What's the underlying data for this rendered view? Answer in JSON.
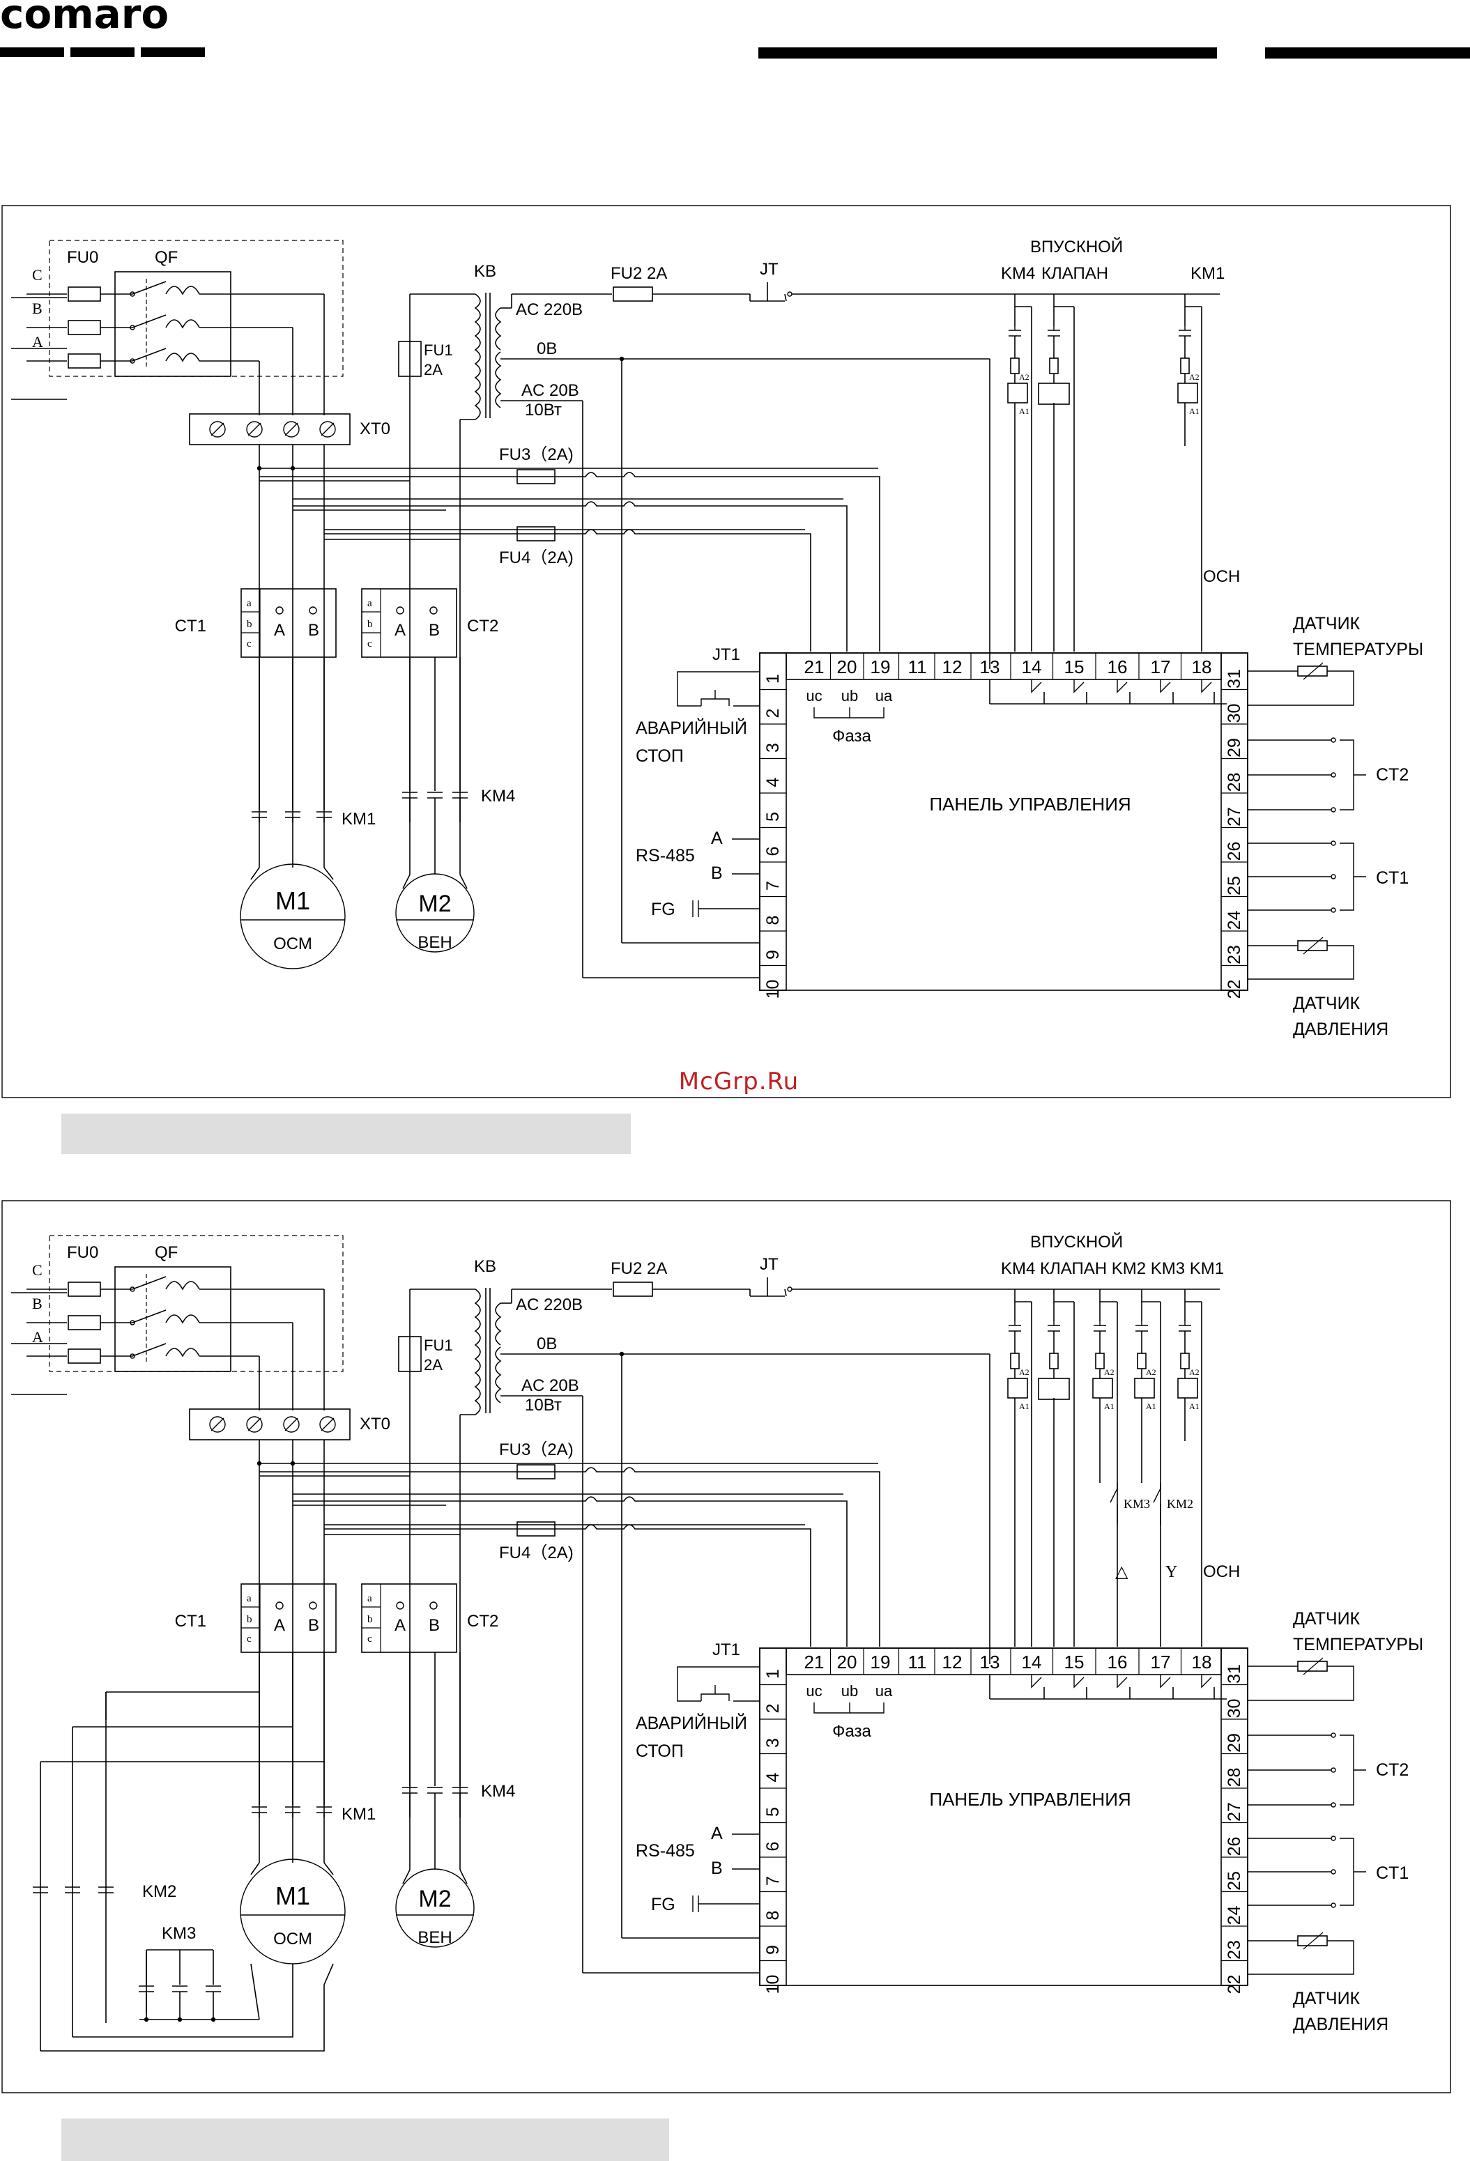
{
  "brand": "comaro",
  "watermark": "McGrp.Ru",
  "diagram_top": {
    "lbl_fu0": "FU0",
    "lbl_qf": "QF",
    "phase_c": "C",
    "phase_b": "B",
    "phase_a": "A",
    "lbl_xt0": "XT0",
    "lbl_kb": "KB",
    "lbl_ac220": "AC 220B",
    "lbl_0v": "0B",
    "lbl_ac20": "AC 20B",
    "lbl_10w": "10Вт",
    "lbl_fu1": "FU1",
    "lbl_fu1_2a": "2A",
    "lbl_fu2": "FU2 2A",
    "lbl_jt": "JT",
    "lbl_fu3": "FU3（2A)",
    "lbl_fu4": "FU4（2A)",
    "lbl_vpusk": "ВПУСКНОЙ",
    "lbl_km4_top": "KM4",
    "lbl_klapan": "КЛАПАН",
    "lbl_km1_top": "KM1",
    "lbl_a2": "A2",
    "lbl_a1": "A1",
    "lbl_osn": "ОСН",
    "lbl_ct1": "CT1",
    "lbl_ct2": "CT2",
    "ct_a": "a",
    "ct_b": "b",
    "ct_c": "c",
    "ct_A": "A",
    "ct_B": "B",
    "lbl_km1": "KM1",
    "lbl_km4": "KM4",
    "m1": "M1",
    "m1_sub": "ОСМ",
    "m2": "M2",
    "m2_sub": "ВЕН",
    "lbl_jt1": "JT1",
    "lbl_avar1": "АВАРИЙНЫЙ",
    "lbl_avar2": "СТОП",
    "lbl_rs485": "RS-485",
    "lbl_rs_a": "A",
    "lbl_rs_b": "B",
    "lbl_fg": "FG",
    "lbl_uc": "uc",
    "lbl_ub": "ub",
    "lbl_ua": "ua",
    "lbl_faza": "Фаза",
    "panel_title": "ПАНЕЛЬ УПРАВЛЕНИЯ",
    "terminals_top": [
      "21",
      "20",
      "19",
      "11",
      "12",
      "13",
      "14",
      "15",
      "16",
      "17",
      "18"
    ],
    "terminals_left": [
      "1",
      "2",
      "3",
      "4",
      "5",
      "6",
      "7",
      "8",
      "9",
      "10"
    ],
    "terminals_right": [
      "31",
      "30",
      "29",
      "28",
      "27",
      "26",
      "25",
      "24",
      "23",
      "22"
    ],
    "lbl_temp1": "ДАТЧИК",
    "lbl_temp2": "ТЕМПЕРАТУРЫ",
    "lbl_press1": "ДАТЧИК",
    "lbl_press2": "ДАВЛЕНИЯ",
    "lbl_ct2_r": "CT2",
    "lbl_ct1_r": "CT1"
  },
  "diagram_bottom": {
    "lbl_top_contactors": "KM4  КЛАПАН  KM2 KM3  KM1",
    "lbl_km3_contact": "KM3",
    "lbl_km2_contact": "KM2",
    "lbl_delta": "△",
    "lbl_y": "Y",
    "lbl_km2_left": "KM2",
    "lbl_km3_left": "KM3"
  }
}
